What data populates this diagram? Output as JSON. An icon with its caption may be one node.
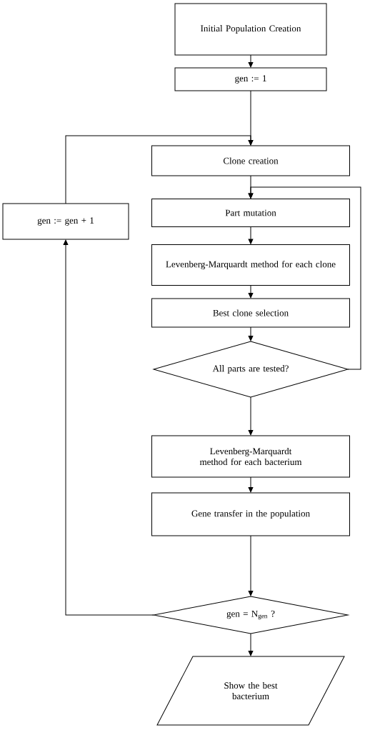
{
  "diagram": {
    "nodes": [
      {
        "text": [
          "Initial Population Creation"
        ]
      },
      {
        "text": [
          "gen := 1"
        ]
      },
      {
        "text": [
          "Clone creation"
        ]
      },
      {
        "text": [
          "Part mutation"
        ]
      },
      {
        "text": [
          "Levenberg-Marquardt method for each clone"
        ]
      },
      {
        "text": [
          "Best clone selection"
        ]
      },
      {
        "text": [
          "All parts are tested?"
        ]
      },
      {
        "text": [
          "Levenberg-Marquardt method for each bacterium"
        ]
      },
      {
        "text": [
          "Gene transfer in the population"
        ]
      },
      {
        "text": [
          "gen = N$_{gen}$ ?"
        ]
      },
      {
        "text": [
          "gen := gen + 1"
        ]
      },
      {
        "text": [
          "Show the best bacterium"
        ]
      }
    ],
    "edges": [
      {
        "from": 0,
        "to": 1,
        "arrow": "to"
      },
      {
        "from": 1,
        "to": 2,
        "arrow": "to"
      },
      {
        "from": 10,
        "to": 2,
        "arrow": "to"
      },
      {
        "from": 2,
        "to": 3,
        "arrow": "to"
      },
      {
        "from": 6,
        "to": 3,
        "arrow": "to"
      },
      {
        "from": 3,
        "to": 4,
        "arrow": "to"
      },
      {
        "from": 4,
        "to": 5,
        "arrow": "to"
      },
      {
        "from": 5,
        "to": 6,
        "arrow": "to"
      },
      {
        "from": 6,
        "to": 7,
        "arrow": "to"
      },
      {
        "from": 7,
        "to": 8,
        "arrow": "to"
      },
      {
        "from": 8,
        "to": 9,
        "arrow": "to"
      },
      {
        "from": 9,
        "to": 10,
        "arrow": "to"
      },
      {
        "from": 9,
        "to": 11,
        "arrow": "to"
      }
    ]
  }
}
